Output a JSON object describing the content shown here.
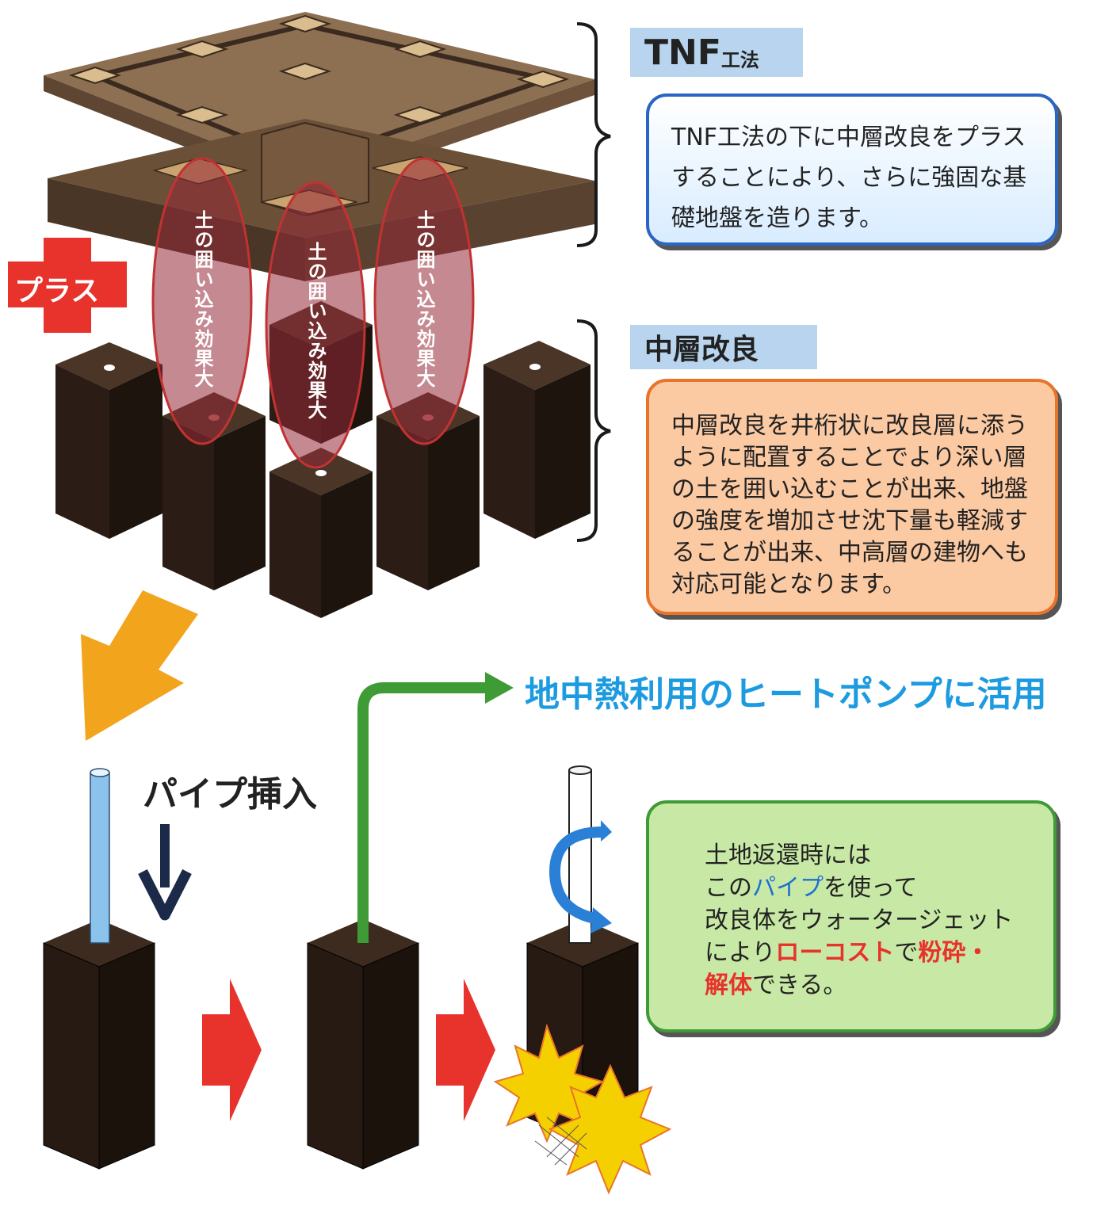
{
  "tnf": {
    "title_main": "TNF",
    "title_small": "工法",
    "description": "TNF工法の下に中層改良をプラスすることにより、さらに強固な基礎地盤を造ります。"
  },
  "plus_label": "プラス",
  "ovals": [
    "土の囲い込み効果大",
    "土の囲い込み効果大",
    "土の囲い込み効果大"
  ],
  "middle": {
    "title": "中層改良",
    "description": "中層改良を井桁状に改良層に添うように配置することでより深い層の土を囲い込むことが出来、地盤の強度を増加させ沈下量も軽減することが出来、中高層の建物へも対応可能となります。"
  },
  "pipe_insert_label": "パイプ挿入",
  "geothermal_label": "地中熱利用のヒートポンプに活用",
  "return_box": {
    "line1": "土地返還時には",
    "line2_a": "この",
    "line2_b": "パイプ",
    "line2_c": "を使って",
    "line3": "改良体をウォータージェット",
    "line4_a": "により",
    "line4_b": "ローコスト",
    "line4_c": "で",
    "line4_d": "粉砕・",
    "line5_a": "解体",
    "line5_b": "できる。"
  },
  "colors": {
    "soil_dark": "#2e2019",
    "slab_brown": "#7a5e45",
    "plus_red": "#e8322c",
    "arrow_orange": "#f2a51c",
    "arrow_green": "#3f9b35",
    "geothermal_blue": "#1d9be0",
    "blue_box_border": "#2a64c4",
    "orange_box_fill": "#fbc9a2",
    "green_box_fill": "#c8e9a5"
  }
}
